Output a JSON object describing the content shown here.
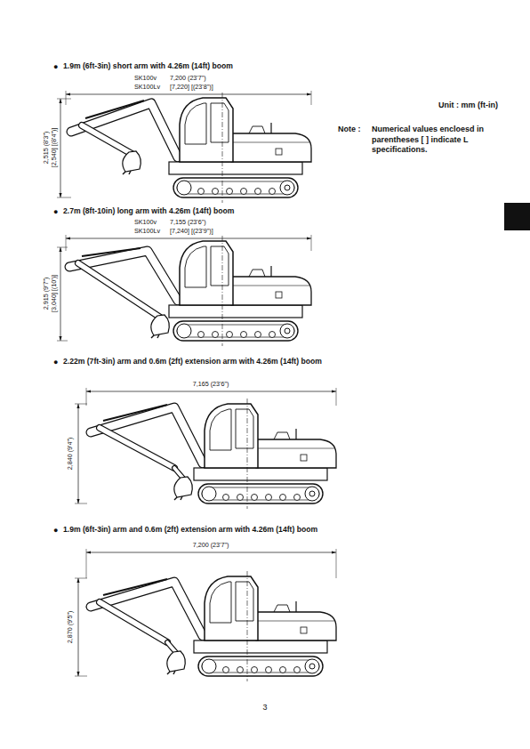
{
  "diagram": {
    "labels": [
      "●",
      "1.9m (6ft-3in) short arm with 4.26m (14ft) boom",
      "SK100v",
      "7,200 (23'7\")",
      "SK100Lv",
      "[7,220] [(23'8\")]",
      "2,515 (8'3\")",
      "[2,540] [(8'4\")]",
      "Unit : mm (ft-in)",
      "Note :",
      "Numerical values encloesd in parentheses [ ] indicate L specifications.",
      "●",
      "2.7m (8ft-10in) long arm with 4.26m (14ft) boom",
      "SK100v",
      "7,155 (23'6\")",
      "SK100Lv",
      "[7,240] [(23'9\")]",
      "2,915 (9'7\")",
      "[3,040] [(10')]",
      "●",
      "2.22m (7ft-3in) arm and 0.6m (2ft) extension arm with 4.26m (14ft) boom",
      "7,165 (23'6\")",
      "2,840 (9'4\")",
      "●",
      "1.9m (6ft-3in) arm and 0.6m (2ft) extension arm with 4.26m (14ft) boom",
      "7,200 (23'7\")",
      "2,870 (9'5\")",
      "3"
    ]
  }
}
